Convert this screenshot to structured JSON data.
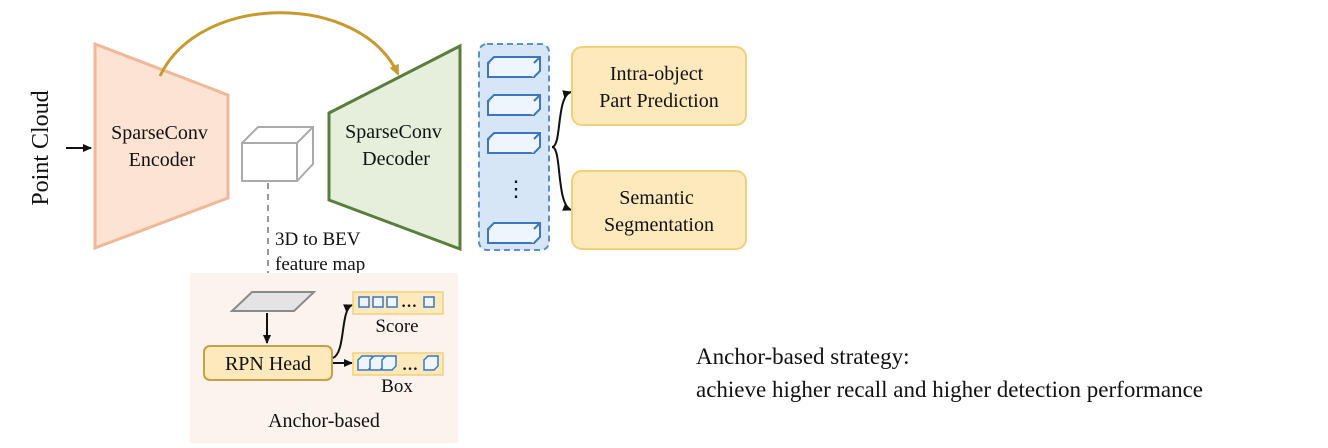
{
  "input_label": "Point Cloud",
  "encoder": {
    "line1": "SparseConv",
    "line2": "Encoder"
  },
  "decoder": {
    "line1": "SparseConv",
    "line2": "Decoder"
  },
  "feature_stack_ellipsis": "⋮",
  "outputs": {
    "part_prediction": {
      "line1": "Intra-object",
      "line2": "Part Prediction"
    },
    "segmentation": {
      "line1": "Semantic",
      "line2": "Segmentation"
    }
  },
  "bev_label": {
    "line1": "3D to BEV",
    "line2": "feature map"
  },
  "anchor_panel": {
    "rpn_head": "RPN Head",
    "score_label": "Score",
    "box_label": "Box",
    "ellipsis": "…",
    "title": "Anchor-based"
  },
  "note": {
    "line1": "Anchor-based strategy:",
    "line2": "achieve higher recall and higher detection performance"
  },
  "colors": {
    "encoder_fill": "#fde3d3",
    "encoder_stroke": "#f0b898",
    "decoder_fill": "#e6efdc",
    "decoder_stroke": "#5a7d3c",
    "skip_arrow": "#c79a2f",
    "feature_panel_fill": "#d7e6f7",
    "feature_panel_stroke": "#5b8fd0",
    "output_fill": "#fde9bb",
    "output_stroke": "#f3cf7a",
    "anchor_panel_fill": "#fdf3ee"
  }
}
